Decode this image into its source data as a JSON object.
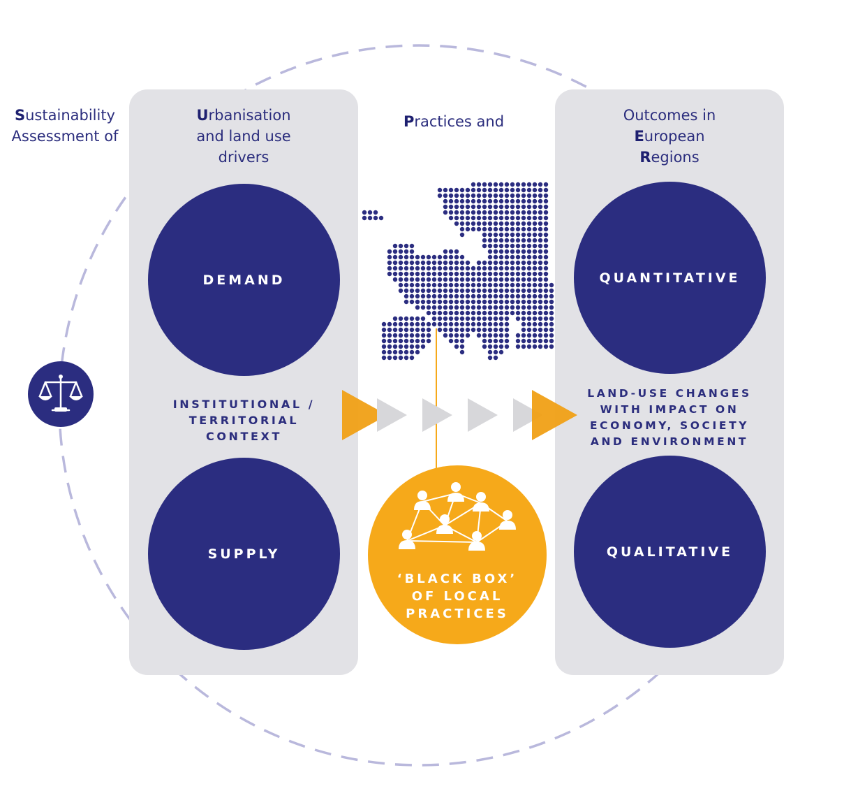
{
  "left_label": {
    "initial": "S",
    "line1_rest": "ustainability",
    "line2": "Assessment of"
  },
  "left_panel": {
    "heading_initial": "U",
    "heading_line1_rest": "rbanisation",
    "heading_line2": "and land use",
    "heading_line3": "drivers",
    "top_circle": "DEMAND",
    "context_line1": "INSTITUTIONAL /",
    "context_line2": "TERRITORIAL",
    "context_line3": "CONTEXT",
    "bottom_circle": "SUPPLY"
  },
  "center": {
    "heading_initial": "P",
    "heading_rest": "ractices and",
    "black_box_line1": "‘BLACK BOX’",
    "black_box_line2": "OF LOCAL",
    "black_box_line3": "PRACTICES"
  },
  "right_panel": {
    "heading_line1": "Outcomes in",
    "heading_line2_initial": "E",
    "heading_line2_rest": "uropean",
    "heading_line3_initial": "R",
    "heading_line3_rest": "egions",
    "top_circle": "QUANTITATIVE",
    "changes_line1": "LAND-USE CHANGES",
    "changes_line2": "WITH IMPACT ON",
    "changes_line3": "ECONOMY, SOCIETY",
    "changes_line4": "AND ENVIRONMENT",
    "bottom_circle": "QUALITATIVE"
  },
  "icons": {
    "badge": "scales-icon",
    "map": "europe-map-icon",
    "network": "people-network-icon"
  },
  "colors": {
    "navy": "#2b2d80",
    "orange": "#f6a91a",
    "arrow_orange": "#f0a016",
    "panel_grey": "#e2e2e6",
    "ring_lavender": "#b9b8dc",
    "arrow_grey": "#d7d7da"
  }
}
